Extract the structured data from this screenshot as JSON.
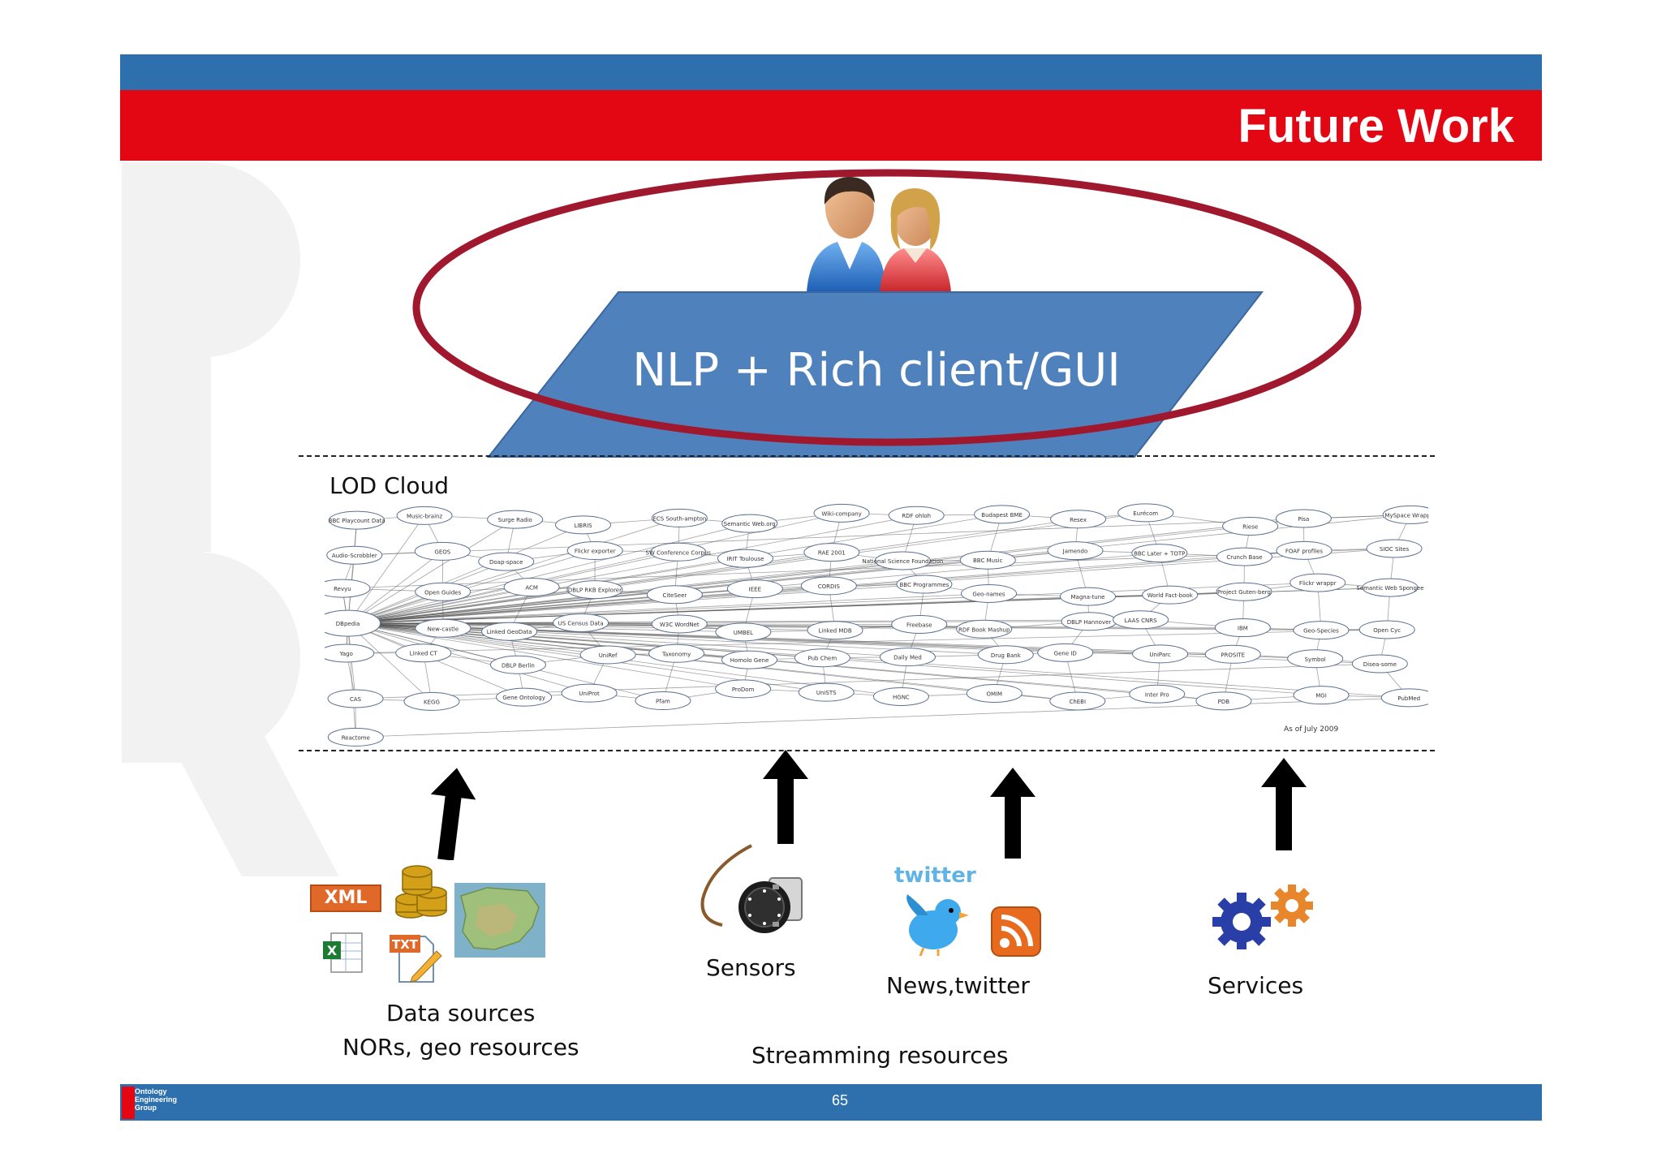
{
  "header": {
    "title": "Future Work"
  },
  "footer": {
    "page_number": "65",
    "logo_text": "Ontology Engineering Group"
  },
  "ribbon": {
    "text": "NLP + Rich client/GUI"
  },
  "lod": {
    "label": "LOD Cloud",
    "caption": "As of July 2009",
    "nodes": [
      "BBC Playcount Data",
      "Music-brainz",
      "Surge Radio",
      "LIBRIS",
      "ECS South-ampton",
      "Semantic Web.org",
      "Wiki-company",
      "RDF ohloh",
      "Budapest BME",
      "Resex",
      "Eurécom",
      "Riese",
      "Pisa",
      "MySpace Wrapper",
      "Audio-Scrobbler",
      "GEOS",
      "Doap-space",
      "Flickr exporter",
      "SW Conference Corpus",
      "IRIT Toulouse",
      "RAE 2001",
      "National Science Foundation",
      "BBC Music",
      "Jamendo",
      "BBC Later + TOTP",
      "Crunch Base",
      "FOAF profiles",
      "SIOC Sites",
      "Revyu",
      "Open Guides",
      "ACM",
      "DBLP RKB Explorer",
      "CiteSeer",
      "IEEE",
      "CORDIS",
      "BBC Programmes",
      "Geo-names",
      "Magna-tune",
      "World Fact-book",
      "Project Guten-berg",
      "Flickr wrappr",
      "Semantic Web Spongee",
      "DBpedia",
      "New-castle",
      "Linked GeoData",
      "US Census Data",
      "W3C WordNet",
      "UMBEL",
      "Linked MDB",
      "Freebase",
      "RDF Book Mashup",
      "DBLP Hannover",
      "LAAS CNRS",
      "IBM",
      "Geo-Species",
      "Open Cyc",
      "Yago",
      "Linked CT",
      "DBLP Berlin",
      "UniRef",
      "Taxonomy",
      "Homolo Gene",
      "Pub Chem",
      "Daily Med",
      "Drug Bank",
      "Gene ID",
      "UniParc",
      "PROSITE",
      "Symbol",
      "Disea-some",
      "CAS",
      "KEGG",
      "Gene Ontology",
      "UniProt",
      "Pfam",
      "ProDom",
      "UniSTS",
      "HGNC",
      "OMIM",
      "ChEBI",
      "Inter Pro",
      "PDB",
      "MGI",
      "PubMed",
      "Reactome"
    ]
  },
  "sources": {
    "data": {
      "line1": "Data sources",
      "line2": "NORs, geo resources",
      "xml_badge": "XML",
      "txt_badge": "TXT"
    },
    "sensors": {
      "label": "Sensors"
    },
    "news": {
      "label": "News,twitter",
      "brand": "twitter"
    },
    "services": {
      "label": "Services"
    },
    "streaming": {
      "label": "Streamming resources"
    }
  },
  "colors": {
    "accent_red": "#e30613",
    "accent_blue": "#2e6fae",
    "ribbon": "#4f81bd",
    "ellipse": "#a0182e"
  }
}
